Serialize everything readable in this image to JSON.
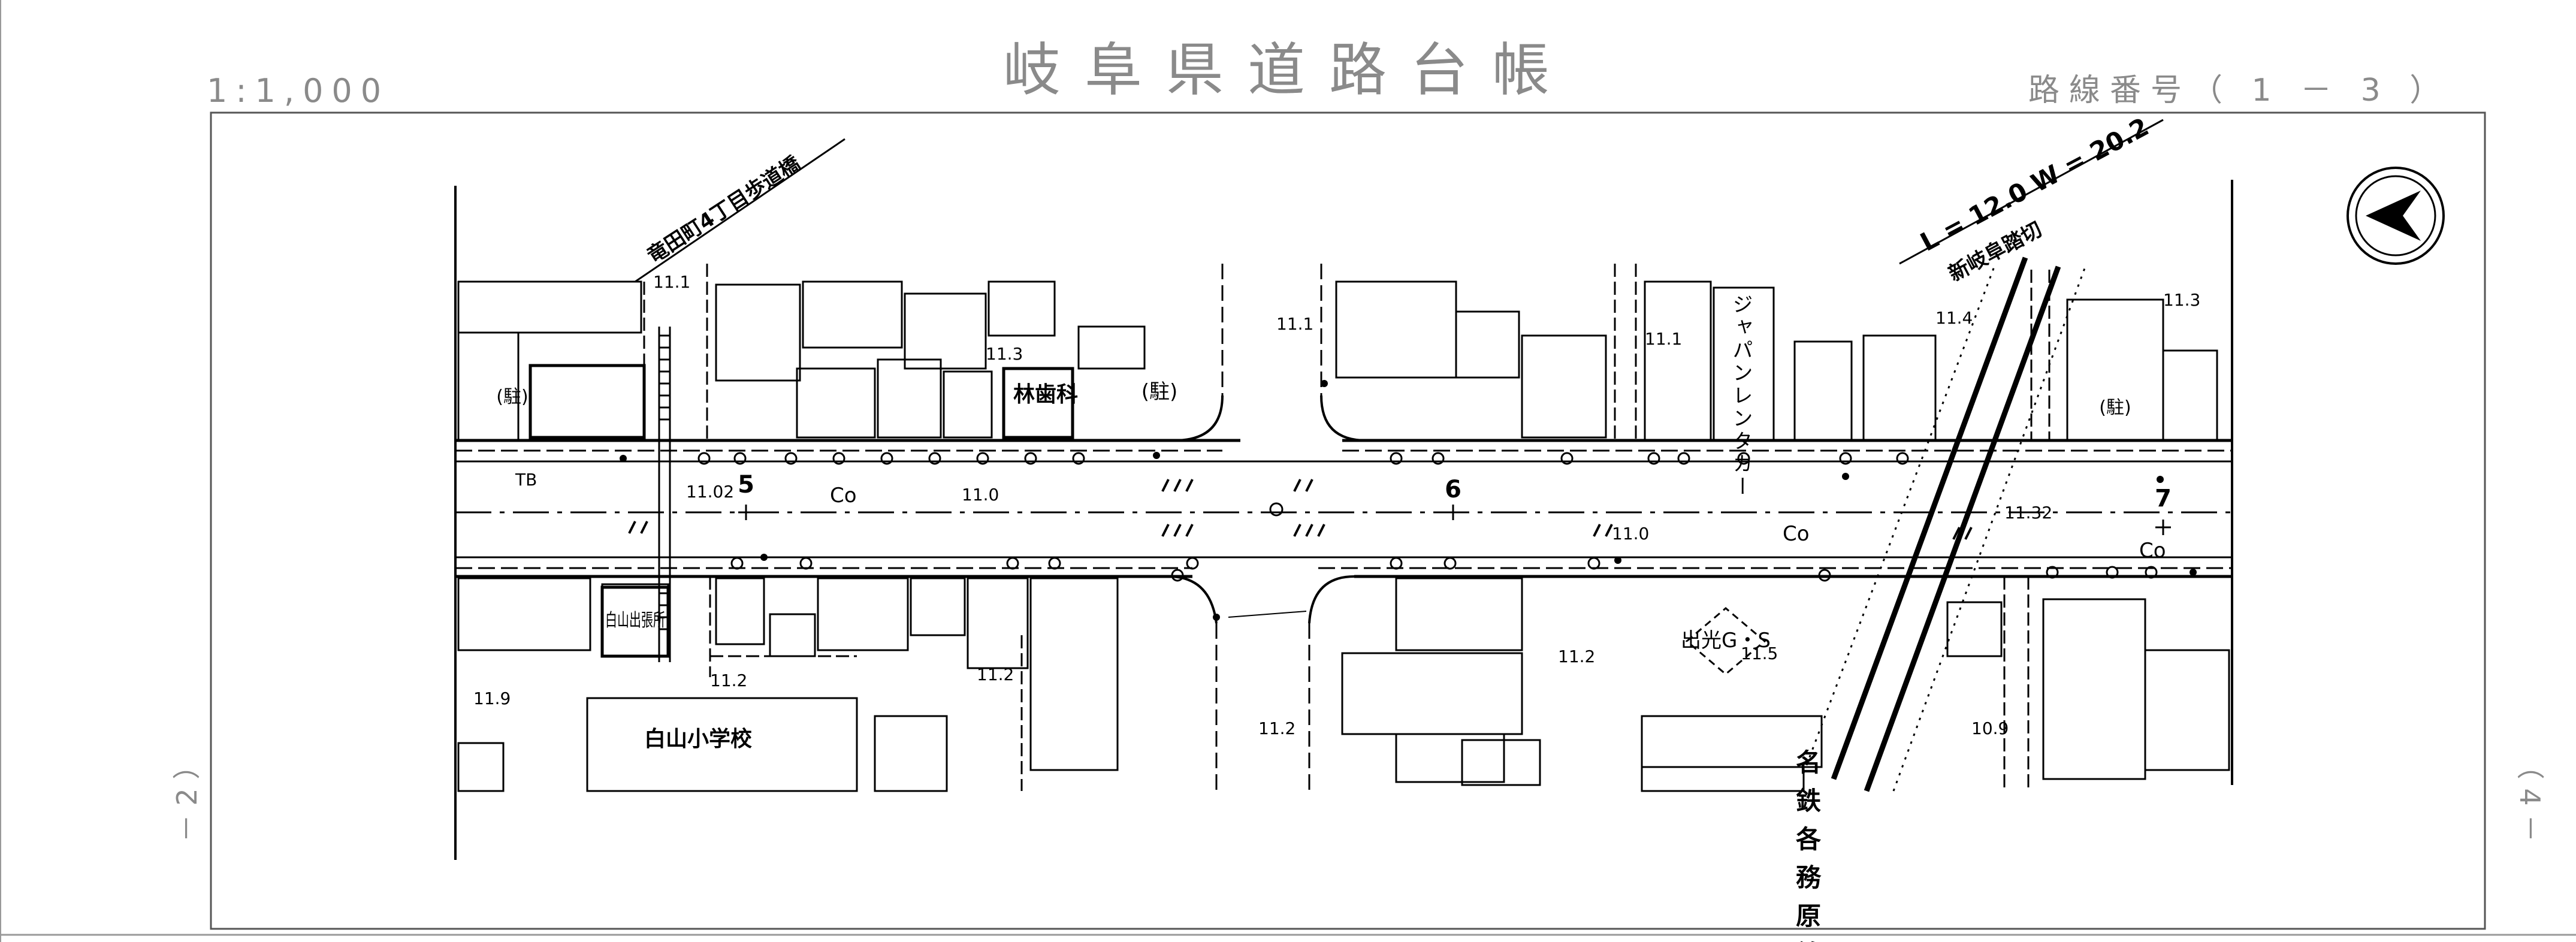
{
  "header": {
    "scale": "1:1,000",
    "title": "岐阜県道路台帳",
    "route_number": "路線番号（ 1 － 3 ）"
  },
  "side_labels": {
    "left_sheet": "－ 2 ）",
    "right_sheet": "（ 4 －"
  },
  "compass": {
    "icon": "north-arrow-icon"
  },
  "annotations": {
    "footbridge": "竜田町4丁目歩道橋",
    "rail_crossing": "新岐阜踏切",
    "crossing_dims": "L = 12.0 W = 20.2",
    "railway_line": "名鉄各務原線",
    "dental_clinic": "林歯科",
    "parking_1": "(駐)",
    "parking_2": "(駐)",
    "parking_3": "(駐)",
    "rental_car": "ジャパンレンタカー",
    "police_box": "白山出張所",
    "gas_station": "出光G・S",
    "school": "白山小学校"
  },
  "station_numbers": [
    "5",
    "6",
    "7"
  ],
  "elevations": [
    "11.1",
    "11.3",
    "11.0",
    "11.1",
    "11.1",
    "11.4",
    "11.3",
    "11.02",
    "11.32",
    "11.0",
    "11.2",
    "11.2",
    "11.2",
    "11.2",
    "11.5",
    "10.9",
    "11.9"
  ],
  "road_codes": [
    "Co",
    "Co",
    "Co",
    "TB"
  ],
  "colors": {
    "ink": "#000000",
    "header_gray": "#8a8a8a",
    "frame": "#555555"
  }
}
